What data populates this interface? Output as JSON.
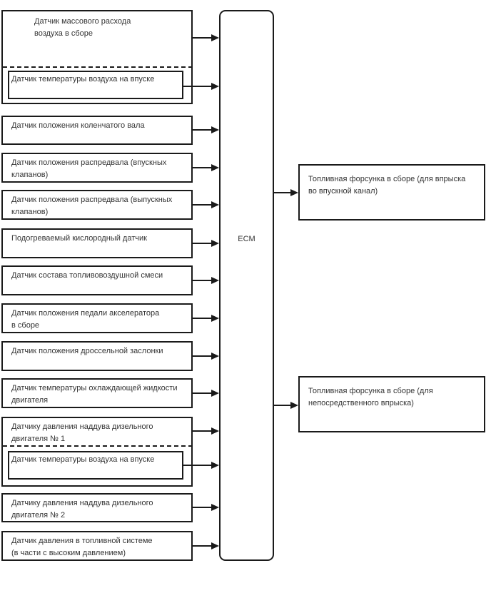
{
  "controller": {
    "label": "ECM"
  },
  "sensors": [
    {
      "label": "Датчик массового расхода\nвоздуха в сборе",
      "sub": {
        "label": "Датчик температуры воздуха на впуске"
      }
    },
    {
      "label": "Датчик положения коленчатого вала"
    },
    {
      "label": "Датчик положения распредвала (впускных\nклапанов)"
    },
    {
      "label": "Датчик положения распредвала (выпускных\nклапанов)"
    },
    {
      "label": "Подогреваемый кислородный датчик"
    },
    {
      "label": "Датчик состава топливовоздушной смеси"
    },
    {
      "label": "Датчик положения педали акселератора\nв сборе"
    },
    {
      "label": "Датчик положения дроссельной заслонки"
    },
    {
      "label": "Датчик температуры охлаждающей жидкости\nдвигателя"
    },
    {
      "label": "Датчику давления наддува дизельного\nдвигателя № 1",
      "sub": {
        "label": "Датчик температуры воздуха на впуске"
      }
    },
    {
      "label": "Датчику давления наддува дизельного\nдвигателя № 2"
    },
    {
      "label": "Датчик давления в топливной системе\n(в части с высоким давлением)"
    }
  ],
  "actuators": [
    {
      "label": "Топливная форсунка в сборе (для впрыска\nво впускной канал)"
    },
    {
      "label": "Топливная форсунка в сборе (для\nнепосредственного впрыска)"
    }
  ],
  "colors": {
    "line": "#1a1a1a",
    "text": "#333333",
    "background": "#ffffff"
  }
}
